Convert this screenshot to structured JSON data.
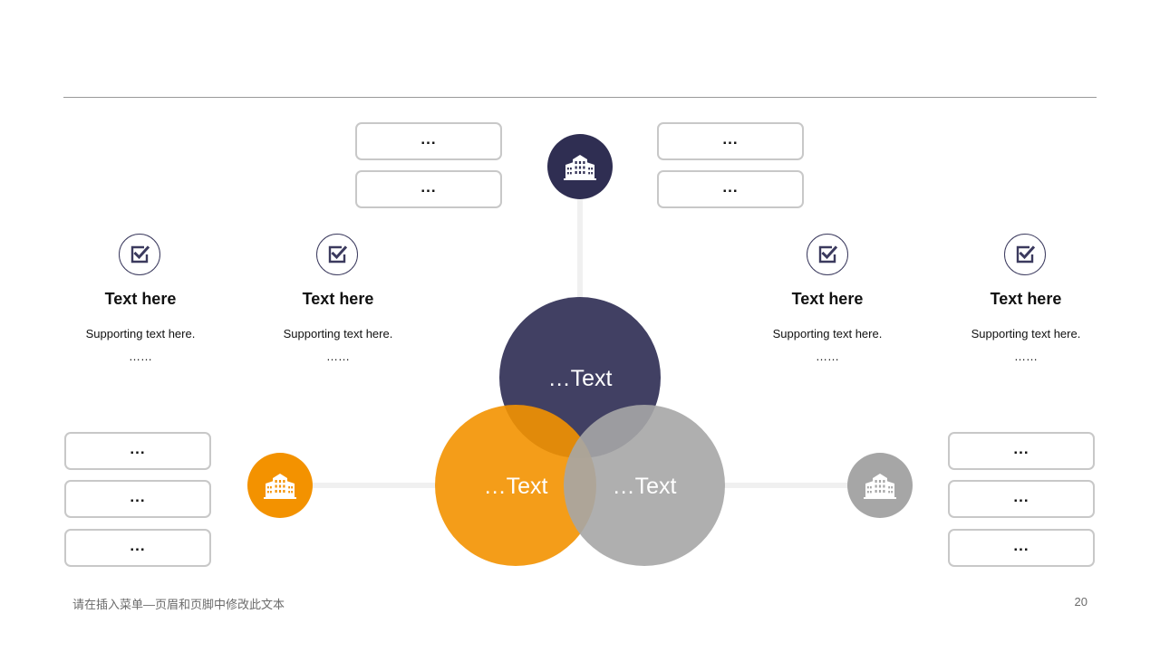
{
  "colors": {
    "navy": "#3b3a5e",
    "orange": "#f39200",
    "gray": "#a6a6a6",
    "box_border": "#c8c8c8",
    "connector": "#f0f0f0"
  },
  "icons": {
    "node": "building-icon",
    "feature": "checkbox-icon"
  },
  "top_left_boxes": [
    "...",
    "..."
  ],
  "top_right_boxes": [
    "...",
    "..."
  ],
  "left_boxes": [
    "...",
    "...",
    "..."
  ],
  "right_boxes": [
    "...",
    "...",
    "..."
  ],
  "features": [
    {
      "title": "Text here",
      "desc": "Supporting  text here.",
      "more": "……"
    },
    {
      "title": "Text here",
      "desc": "Supporting  text here.",
      "more": "……"
    },
    {
      "title": "Text here",
      "desc": "Supporting  text here.",
      "more": "……"
    },
    {
      "title": "Text here",
      "desc": "Supporting  text here.",
      "more": "……"
    }
  ],
  "venn": {
    "top": "…Text",
    "left": "…Text",
    "right": "…Text"
  },
  "footer": {
    "note": "请在插入菜单—页眉和页脚中修改此文本",
    "page": "20"
  }
}
